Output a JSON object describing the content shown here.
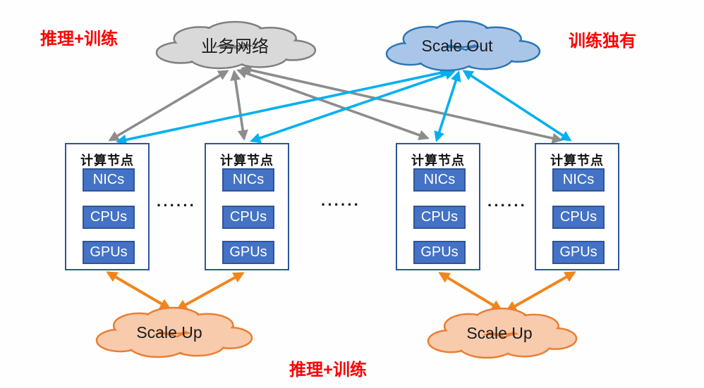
{
  "annotations": {
    "top_left": "推理+训练",
    "top_right": "训练独有",
    "bottom": "推理+训练"
  },
  "clouds": {
    "business_network": {
      "label": "业务网络",
      "fill": "#D9D9D9",
      "stroke": "#7F7F7F"
    },
    "scale_out": {
      "label": "Scale Out",
      "fill": "#A9C6E8",
      "stroke": "#2E75B6"
    },
    "scale_up_left": {
      "label": "Scale Up",
      "fill": "#F8CBAD",
      "stroke": "#ED7D31"
    },
    "scale_up_right": {
      "label": "Scale Up",
      "fill": "#F8CBAD",
      "stroke": "#ED7D31"
    }
  },
  "compute_nodes": [
    {
      "title": "计算节点",
      "components": [
        "NICs",
        "CPUs",
        "GPUs"
      ]
    },
    {
      "title": "计算节点",
      "components": [
        "NICs",
        "CPUs",
        "GPUs"
      ]
    },
    {
      "title": "计算节点",
      "components": [
        "NICs",
        "CPUs",
        "GPUs"
      ]
    },
    {
      "title": "计算节点",
      "components": [
        "NICs",
        "CPUs",
        "GPUs"
      ]
    }
  ],
  "ellipsis": "······",
  "colors": {
    "business_arrow": "#8C8C8C",
    "scale_out_arrow": "#00B0F0",
    "scale_up_arrow": "#F0861C",
    "node_border": "#2F5597",
    "component_fill": "#4472C4",
    "annotation_red": "#FF0000"
  }
}
